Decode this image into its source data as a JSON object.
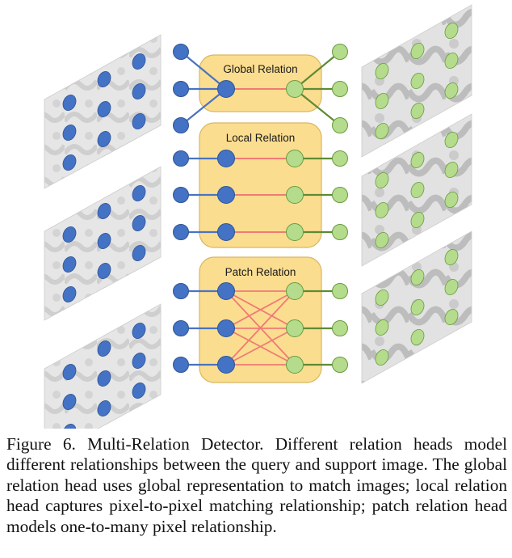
{
  "figure": {
    "heads": [
      {
        "id": "global",
        "label": "Global Relation",
        "connection": "many-to-one"
      },
      {
        "id": "local",
        "label": "Local Relation",
        "connection": "one-to-one"
      },
      {
        "id": "patch",
        "label": "Patch Relation",
        "connection": "all-to-all"
      }
    ],
    "query_images": 3,
    "support_images": 3,
    "colors": {
      "query_node": "#4472C4",
      "query_node_stroke": "#2F5597",
      "support_node": "#B4DC8C",
      "support_node_stroke": "#6A9A3E",
      "query_edge": "#4A73C0",
      "support_edge": "#5E8A35",
      "relation_edge": "#F07A74",
      "head_box_fill": "#FBDD90",
      "head_box_stroke": "#D9B760"
    }
  },
  "caption": {
    "text": "Figure 6. Multi-Relation Detector. Different relation heads model different relationships between the query and support image. The global relation head uses global representation to match images; local relation head captures pixel-to-pixel matching relationship; patch relation head models one-to-many pixel relationship."
  }
}
